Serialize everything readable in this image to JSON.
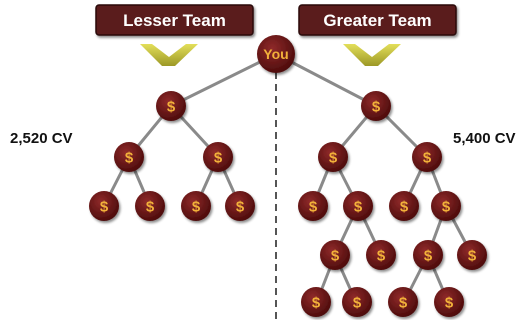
{
  "lesser_team": {
    "label": "Lesser Team",
    "volume": "2,520 CV"
  },
  "greater_team": {
    "label": "Greater Team",
    "volume": "5,400 CV"
  },
  "root_node": {
    "label": "You"
  },
  "node_symbol": "$",
  "colors": {
    "banner_fill": "#5a1a1a",
    "banner_border": "#2a0808",
    "node_fill": "#6b1414",
    "node_glyph": "#f2b13a",
    "connector": "#8a8a8a",
    "chevron": "#c9c53a",
    "divider": "#555555"
  },
  "icons": {
    "team_pointer": "chevron-down-icon",
    "member_node": "dollar-coin-icon"
  }
}
